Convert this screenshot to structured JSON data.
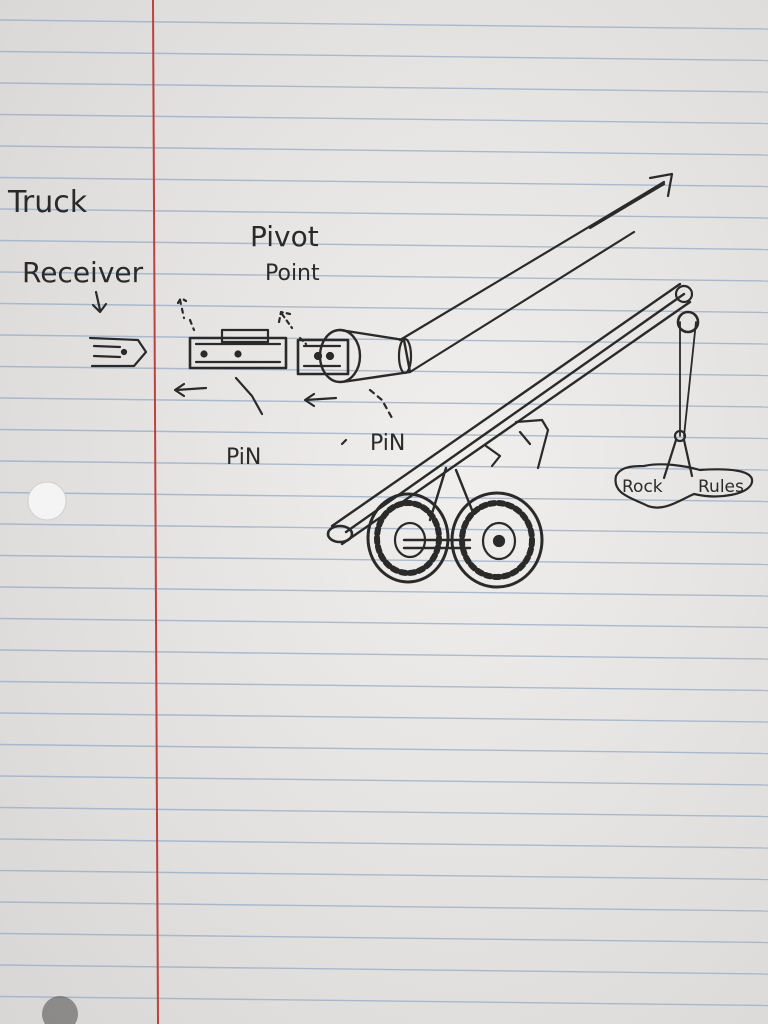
{
  "labels": {
    "truck": "Truck",
    "receiver": "Receiver",
    "pivot_line1": "Pivot",
    "pivot_line2": "Point",
    "pin_left": "PiN",
    "pin_right": "PiN",
    "rock": "Rock",
    "rules": "Rules"
  },
  "colors": {
    "paper": "#e6e4e2",
    "rule_line": "#9fb2c8",
    "margin_line": "#c0403f",
    "ink": "#2a2a2a"
  }
}
